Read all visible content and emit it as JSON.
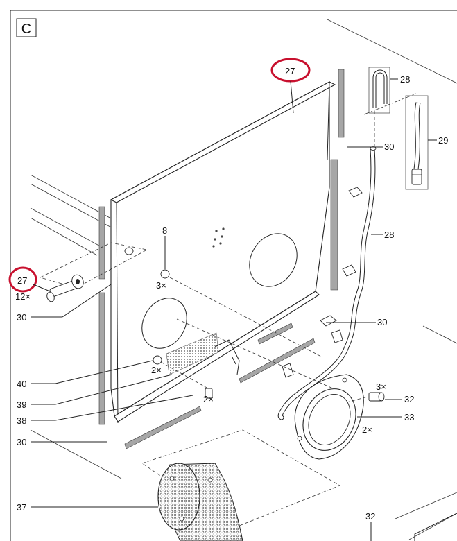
{
  "section": "C",
  "callouts": {
    "c27_top": "27",
    "c27_left": "27",
    "c12x": "12×",
    "c28_top": "28",
    "c28_mid": "28",
    "c29": "29",
    "c30_top": "30",
    "c30_left": "30",
    "c30_mid": "30",
    "c30_bottom": "30",
    "c8": "8",
    "c3x_a": "3×",
    "c40": "40",
    "c2x_a": "2×",
    "c39": "39",
    "c2x_b": "2×",
    "c38": "38",
    "c3x_b": "3×",
    "c32": "32",
    "c33": "33",
    "c2x_c": "2×",
    "c37": "37",
    "c32_bottom": "32"
  },
  "colors": {
    "highlight": "#c8102e",
    "gasket": "#a6a6a6",
    "line": "#222222"
  }
}
